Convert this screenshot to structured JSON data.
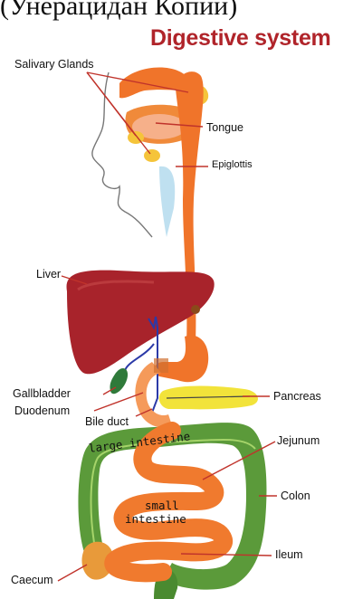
{
  "header": {
    "top_cutoff_text": "(Унерацидан Копий)",
    "title": "Digestive system"
  },
  "labels": {
    "salivary_glands": "Salivary Glands",
    "tongue": "Tongue",
    "epiglottis": "Epiglottis",
    "liver": "Liver",
    "gallbladder": "Gallbladder",
    "duodenum": "Duodenum",
    "bile_duct": "Bile duct",
    "pancreas": "Pancreas",
    "jejunum": "Jejunum",
    "colon": "Colon",
    "ileum": "Ileum",
    "caecum": "Caecum"
  },
  "overlays": {
    "large_intestine": "large intestine",
    "small_intestine_line1": "small",
    "small_intestine_line2": "intestine"
  },
  "colors": {
    "title": "#b0242a",
    "esophagus": "#f0742a",
    "liver": "#a8232b",
    "pancreas": "#f2e33a",
    "colon": "#5b9a3a",
    "small_intestine": "#f07a2e",
    "leader": "#c0332b",
    "gallbladder": "#2f7a3a",
    "bile": "#2b3aa8"
  }
}
